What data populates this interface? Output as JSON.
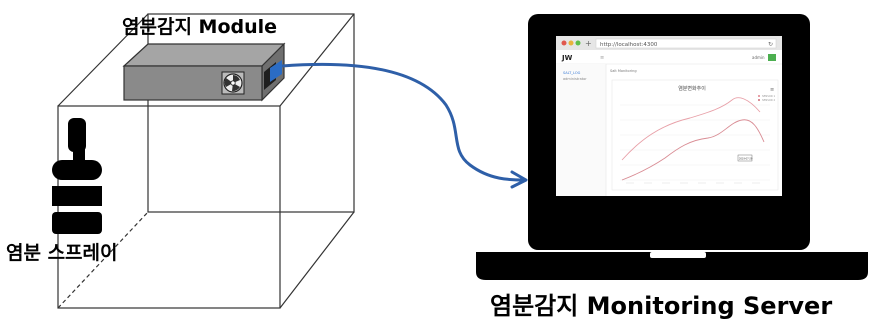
{
  "labels": {
    "module": "염분감지 Module",
    "spray": "염분 스프레이",
    "server": "염분감지 Monitoring Server"
  },
  "browser": {
    "url": "http://localhost:4300",
    "logo": "JW",
    "breadcrumb": "Salt Monitoring",
    "sidebar_item_active": "SALT_LOG",
    "sidebar_item_2": "administrator",
    "user_label": "admin",
    "chart_title": "염분변화추이",
    "legend": [
      "SENSOR 1",
      "SENSOR 2"
    ],
    "tooltip": "2019-07-29"
  },
  "colors": {
    "module_body": "#8a8a8a",
    "module_top": "#9a9a9a",
    "connector": "#2b6cc4",
    "cable": "#2e5fa8",
    "line_series_1": "#e8a0a8",
    "line_series_2": "#d98c94"
  }
}
